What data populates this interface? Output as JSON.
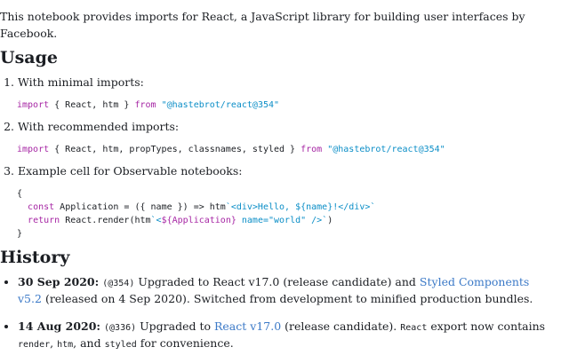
{
  "intro": "This notebook provides imports for React, a JavaScript library for building user interfaces by Facebook.",
  "usage": {
    "heading": "Usage",
    "items": [
      {
        "label": "With minimal imports:"
      },
      {
        "label": "With recommended imports:"
      },
      {
        "label": "Example cell for Observable notebooks:"
      }
    ],
    "code1": {
      "kw_import": "import",
      "body": " { React, htm } ",
      "kw_from": "from",
      "space": " ",
      "module": "\"@hastebrot/react@354\""
    },
    "code2": {
      "kw_import": "import",
      "body": " { React, htm, propTypes, classnames, styled } ",
      "kw_from": "from",
      "space": " ",
      "module": "\"@hastebrot/react@354\""
    },
    "code3": {
      "open_brace": "{",
      "indent": "  ",
      "kw_const": "const",
      "l2_a": " Application = ({ name }) => htm",
      "l2_tpl": "`<div>Hello, ${name}!</div>`",
      "kw_return": "return",
      "l3_a": " React.render(htm",
      "l3_tpl_a": "`<",
      "l3_interp": "${Application}",
      "l3_tpl_b": " name=\"world\" />`",
      "l3_end": ")",
      "close_brace": "}"
    }
  },
  "history": {
    "heading": "History",
    "entries": [
      {
        "date": "30 Sep 2020:",
        "version": "(@354)",
        "text_a": "Upgraded to React v17.0 (release candidate) and",
        "link": "Styled Components v5.2",
        "text_b": "(released on 4 Sep 2020). Switched from development to minified production bundles."
      },
      {
        "date": "14 Aug 2020:",
        "version": "(@336)",
        "text_a": "Upgraded to",
        "link": "React v17.0",
        "text_b": "(release candidate).",
        "code_react": "React",
        "text_c": "export now contains",
        "code_render": "render",
        "comma1": ",",
        "code_htm": "htm",
        "text_d": ", and",
        "code_styled": "styled",
        "text_e": "for convenience."
      }
    ]
  },
  "colors": {
    "keyword": "#a626a4",
    "string": "#0b8ec7",
    "link": "#3b79c7",
    "text": "#1b1e23"
  }
}
